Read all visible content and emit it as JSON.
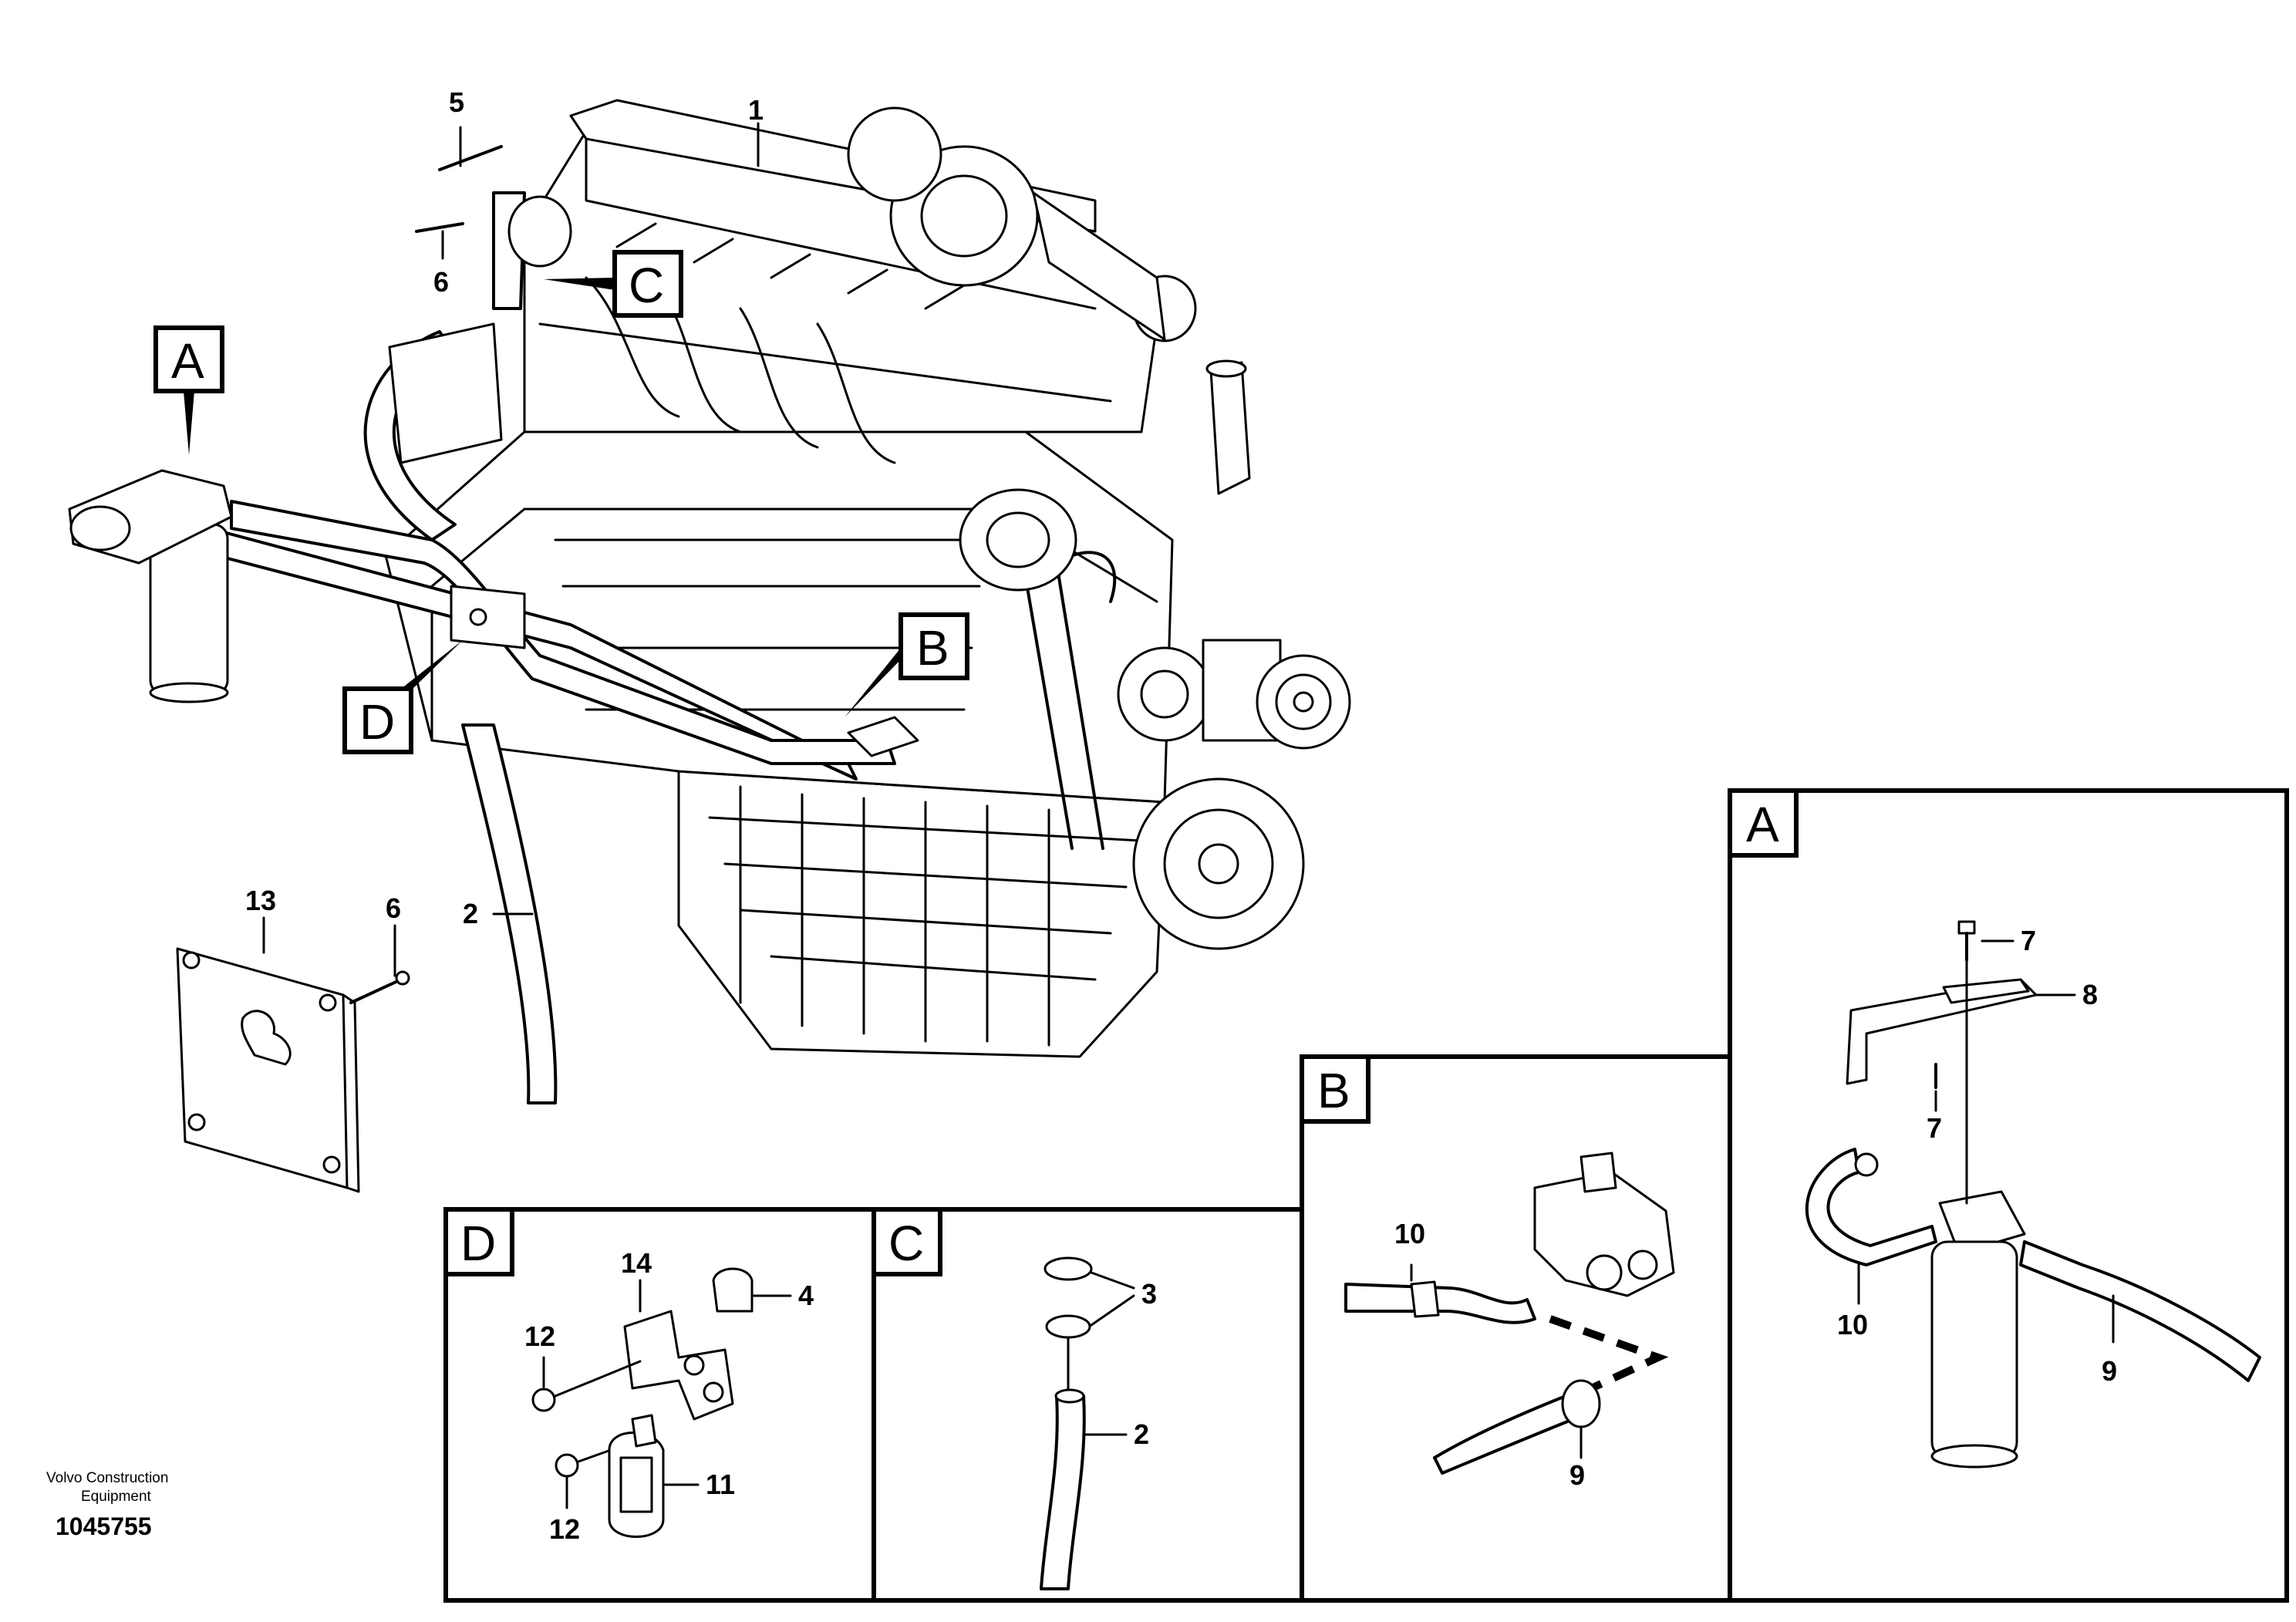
{
  "diagram": {
    "main_callouts": [
      "1",
      "2",
      "5",
      "6",
      "6",
      "13"
    ],
    "view_letters": [
      "A",
      "B",
      "C",
      "D"
    ],
    "detail_A": {
      "letter": "A",
      "callouts": [
        "7",
        "8",
        "7",
        "10",
        "9"
      ]
    },
    "detail_B": {
      "letter": "B",
      "callouts": [
        "10",
        "9"
      ]
    },
    "detail_C": {
      "letter": "C",
      "callouts": [
        "3",
        "2"
      ]
    },
    "detail_D": {
      "letter": "D",
      "callouts": [
        "14",
        "4",
        "12",
        "12",
        "11"
      ]
    }
  },
  "footer": {
    "company_line1": "Volvo Construction",
    "company_line2": "Equipment",
    "doc_number": "1045755"
  }
}
